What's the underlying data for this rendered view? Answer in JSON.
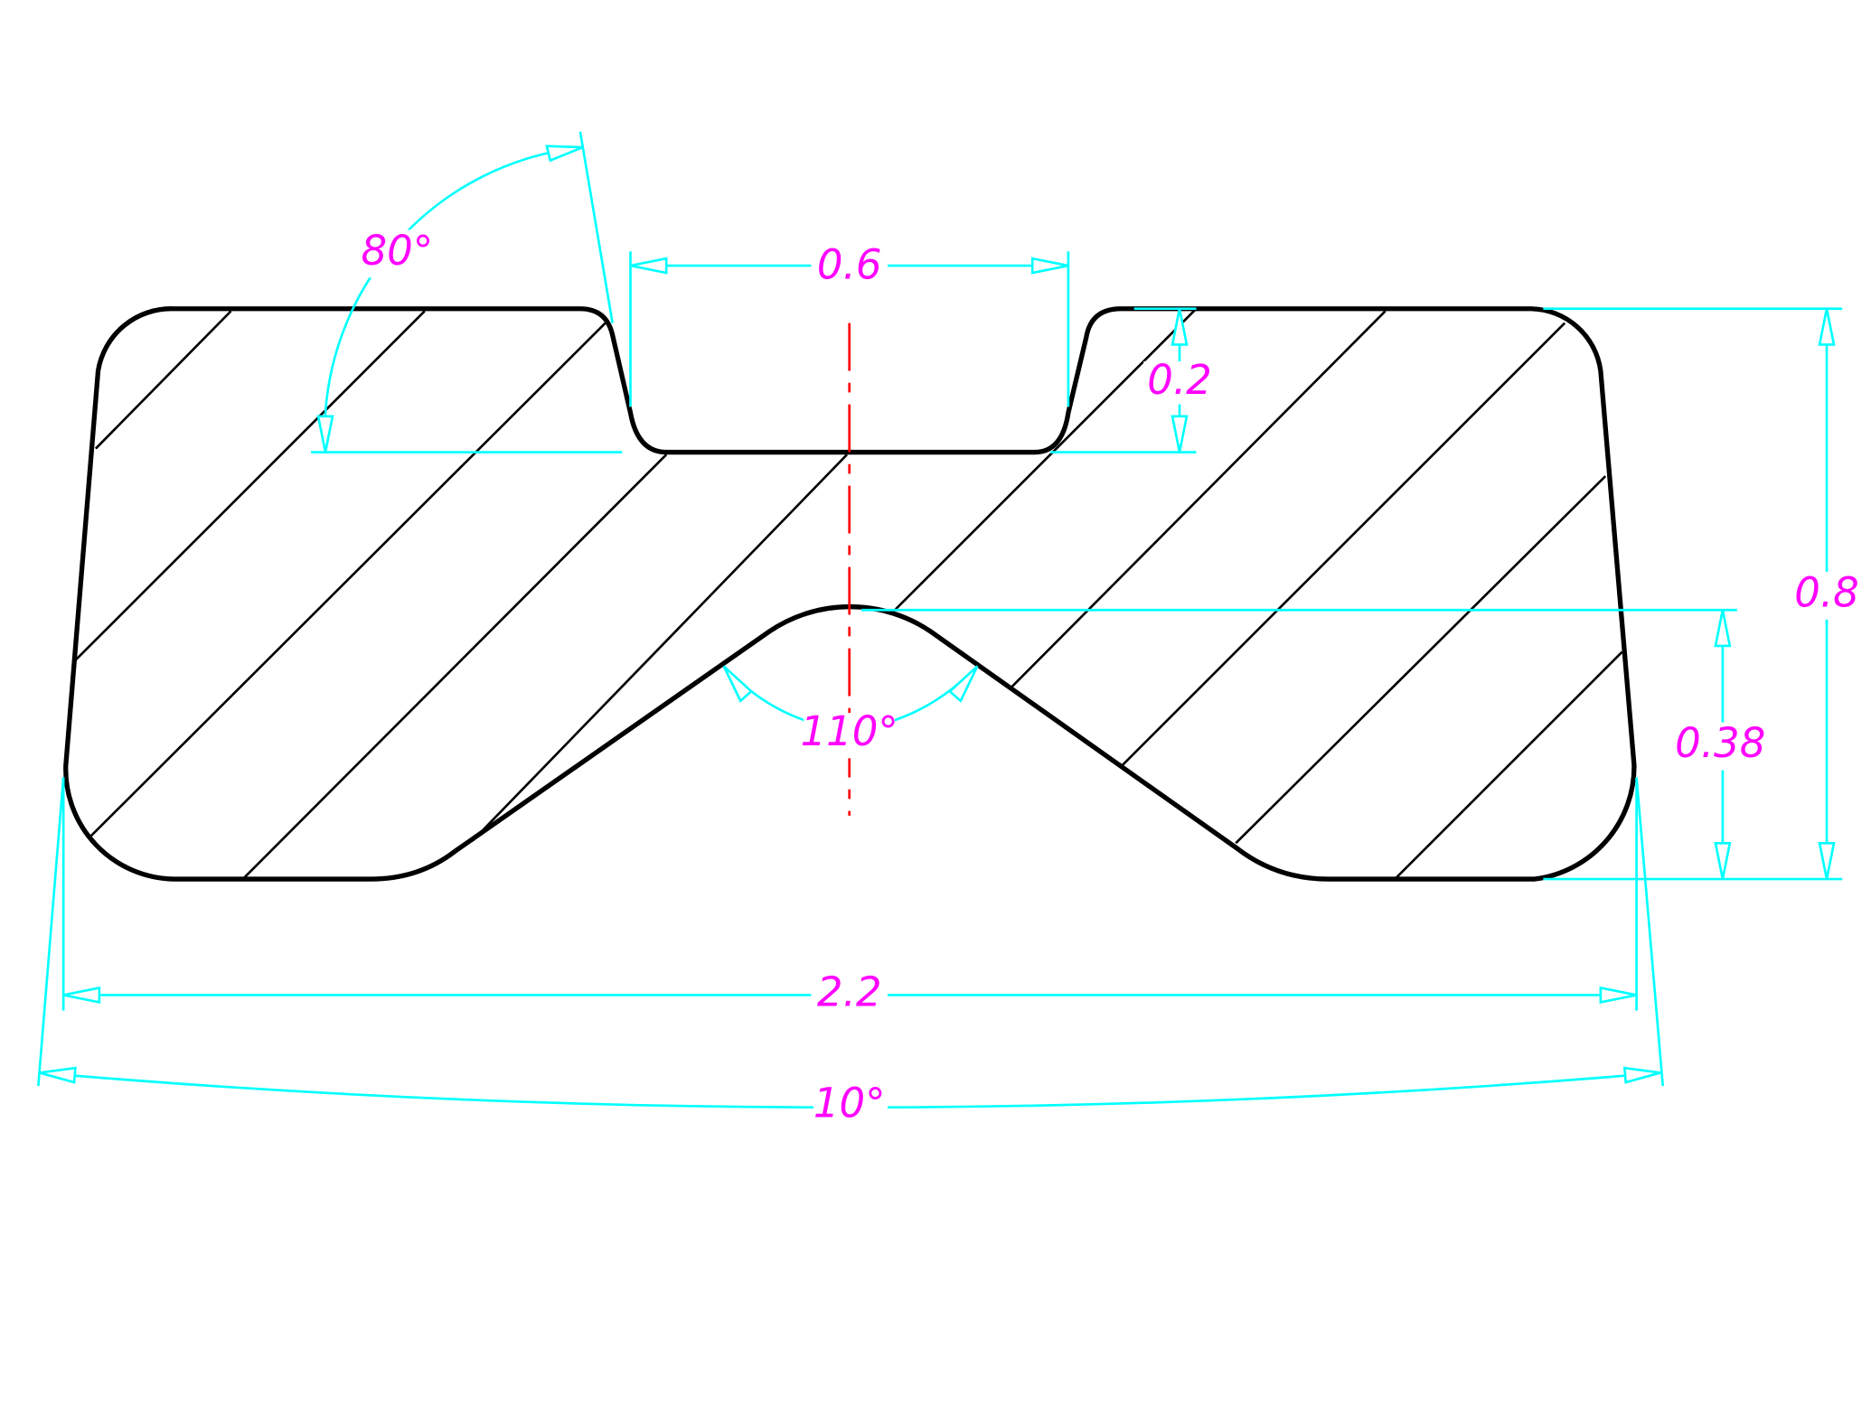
{
  "drawing": {
    "dimensions": {
      "top_angle": "80°",
      "slot_width": "0.6",
      "slot_depth": "0.2",
      "total_height": "0.8",
      "notch_height": "0.38",
      "notch_angle": "110°",
      "bottom_width": "2.2",
      "side_taper_angle": "10°"
    },
    "colors": {
      "outline": "#000000",
      "dimension": "#00ffff",
      "text": "#ff00ff",
      "centerline": "#ff0000"
    }
  }
}
